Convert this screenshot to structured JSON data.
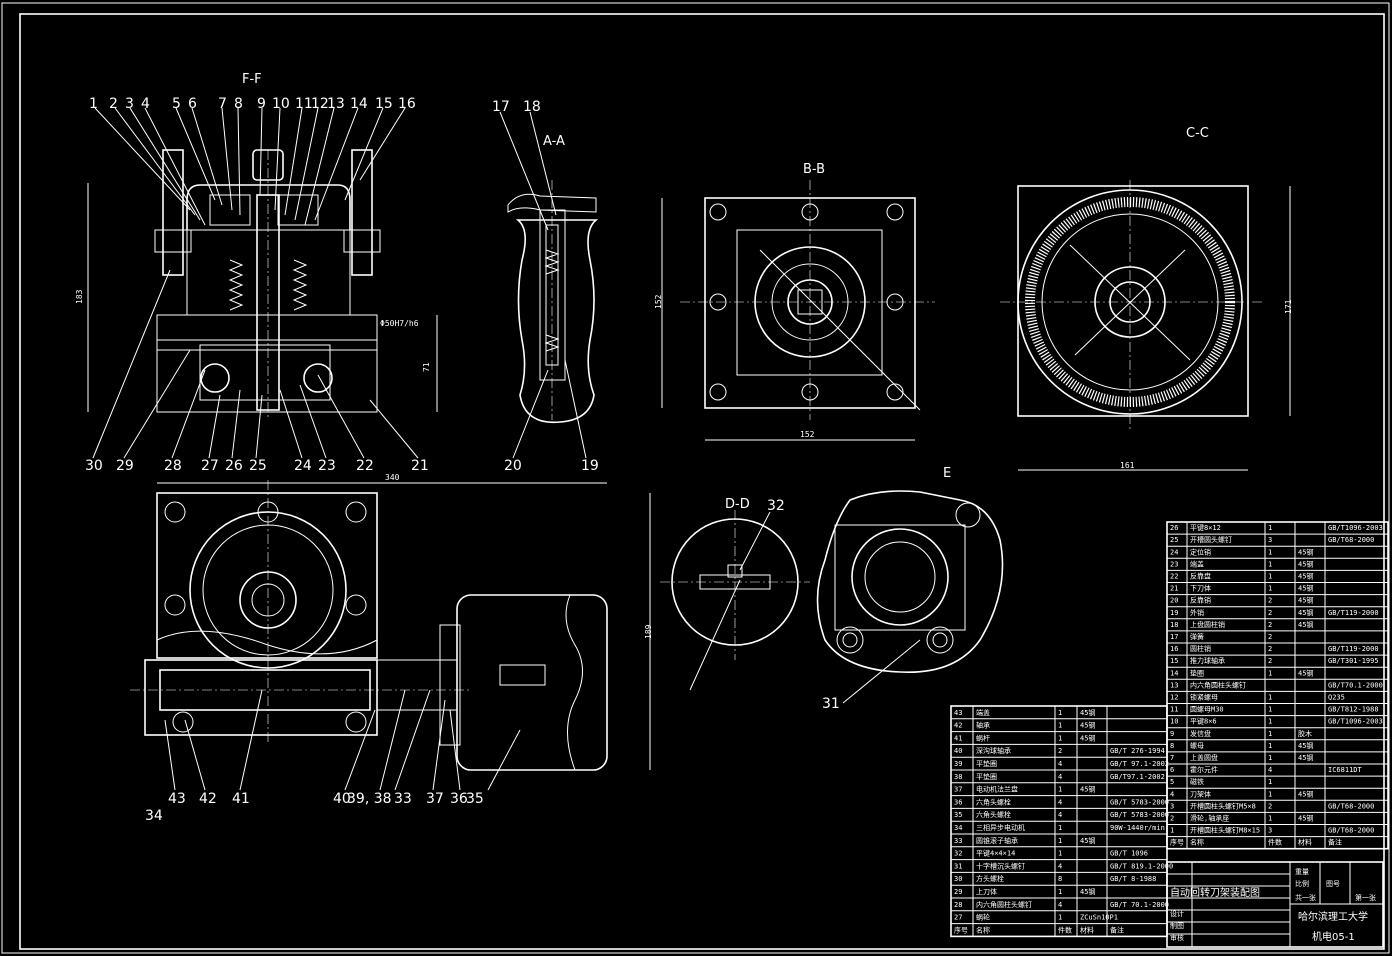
{
  "section_titles": {
    "ff": "F-F",
    "aa": "A-A",
    "bb": "B-B",
    "cc": "C-C",
    "dd": "D-D",
    "e": "E"
  },
  "part_numbers_top": [
    "1",
    "2",
    "3",
    "4",
    "5",
    "6",
    "7",
    "8",
    "9",
    "10",
    "11",
    "12",
    "13",
    "14",
    "15",
    "16"
  ],
  "part_numbers_ff_bottom": [
    "30",
    "29",
    "28",
    "27",
    "26",
    "25",
    "24",
    "23",
    "22",
    "21"
  ],
  "part_numbers_aa": {
    "top": [
      "17",
      "18"
    ],
    "bottom": [
      "20",
      "19"
    ]
  },
  "part_numbers_bottom_view": [
    "43",
    "42",
    "41",
    "40",
    "39, 38",
    "33",
    "37",
    "36",
    "35",
    "34"
  ],
  "part_numbers_other": {
    "dd": "32",
    "e": "31"
  },
  "dimensions": {
    "ff_height": "183",
    "ff_fit": "Φ50H7/h6",
    "ff_lower": "71",
    "bb_width": "152",
    "bb_height": "152",
    "cc_width": "161",
    "cc_height": "171",
    "bottom_width": "340",
    "bottom_height": "189"
  },
  "bom_right": [
    {
      "no": "26",
      "name": "平键8×12",
      "qty": "1",
      "mat": "",
      "std": "GB/T1096-2003"
    },
    {
      "no": "25",
      "name": "开槽圆头螺钉",
      "qty": "3",
      "mat": "",
      "std": "GB/T68-2000"
    },
    {
      "no": "24",
      "name": "定位销",
      "qty": "1",
      "mat": "45钢",
      "std": ""
    },
    {
      "no": "23",
      "name": "端盖",
      "qty": "1",
      "mat": "45钢",
      "std": ""
    },
    {
      "no": "22",
      "name": "反靠盘",
      "qty": "1",
      "mat": "45钢",
      "std": ""
    },
    {
      "no": "21",
      "name": "下刀体",
      "qty": "1",
      "mat": "45钢",
      "std": ""
    },
    {
      "no": "20",
      "name": "反靠销",
      "qty": "2",
      "mat": "45钢",
      "std": ""
    },
    {
      "no": "19",
      "name": "外销",
      "qty": "2",
      "mat": "45钢",
      "std": "GB/T119-2000"
    },
    {
      "no": "18",
      "name": "上盘圆柱销",
      "qty": "2",
      "mat": "45钢",
      "std": ""
    },
    {
      "no": "17",
      "name": "弹簧",
      "qty": "2",
      "mat": "",
      "std": ""
    },
    {
      "no": "16",
      "name": "圆柱销",
      "qty": "2",
      "mat": "",
      "std": "GB/T119-2000"
    },
    {
      "no": "15",
      "name": "推力球轴承",
      "qty": "2",
      "mat": "",
      "std": "GB/T301-1995"
    },
    {
      "no": "14",
      "name": "垫圈",
      "qty": "1",
      "mat": "45钢",
      "std": ""
    },
    {
      "no": "13",
      "name": "内六角圆柱头螺钉",
      "qty": "",
      "mat": "",
      "std": "GB/T70.1-2000"
    },
    {
      "no": "12",
      "name": "锁紧螺母",
      "qty": "1",
      "mat": "",
      "std": "Q235"
    },
    {
      "no": "11",
      "name": "圆螺母M30",
      "qty": "1",
      "mat": "",
      "std": "GB/T812-1988"
    },
    {
      "no": "10",
      "name": "平键8×6",
      "qty": "1",
      "mat": "",
      "std": "GB/T1096-2003"
    },
    {
      "no": "9",
      "name": "发信盘",
      "qty": "1",
      "mat": "胶木",
      "std": ""
    },
    {
      "no": "8",
      "name": "螺母",
      "qty": "1",
      "mat": "45钢",
      "std": ""
    },
    {
      "no": "7",
      "name": "上盖圆盘",
      "qty": "1",
      "mat": "45钢",
      "std": ""
    },
    {
      "no": "6",
      "name": "霍尔元件",
      "qty": "4",
      "mat": "",
      "std": "IC6811DT"
    },
    {
      "no": "5",
      "name": "磁铁",
      "qty": "1",
      "mat": "",
      "std": ""
    },
    {
      "no": "4",
      "name": "刀架体",
      "qty": "1",
      "mat": "45钢",
      "std": ""
    },
    {
      "no": "3",
      "name": "开槽圆柱头螺钉M5×8",
      "qty": "2",
      "mat": "",
      "std": "GB/T68-2000"
    },
    {
      "no": "2",
      "name": "滑轮,轴承座",
      "qty": "1",
      "mat": "45钢",
      "std": ""
    },
    {
      "no": "1",
      "name": "开槽圆柱头螺钉M8×15",
      "qty": "3",
      "mat": "",
      "std": "GB/T68-2000"
    }
  ],
  "bom_right_header": {
    "no": "序号",
    "name": "名称",
    "qty": "件数",
    "mat": "材料",
    "std": "备注"
  },
  "bom_left": [
    {
      "no": "43",
      "name": "端盖",
      "qty": "1",
      "mat": "45钢",
      "std": ""
    },
    {
      "no": "42",
      "name": "轴承",
      "qty": "1",
      "mat": "45钢",
      "std": ""
    },
    {
      "no": "41",
      "name": "蜗杆",
      "qty": "1",
      "mat": "45钢",
      "std": ""
    },
    {
      "no": "40",
      "name": "深沟球轴承",
      "qty": "2",
      "mat": "",
      "std": "GB/T 276-1994"
    },
    {
      "no": "39",
      "name": "平垫圈",
      "qty": "4",
      "mat": "",
      "std": "GB/T 97.1-2002"
    },
    {
      "no": "38",
      "name": "平垫圈",
      "qty": "4",
      "mat": "",
      "std": "GB/T97.1-2002"
    },
    {
      "no": "37",
      "name": "电动机法兰盘",
      "qty": "1",
      "mat": "45钢",
      "std": ""
    },
    {
      "no": "36",
      "name": "六角头螺栓",
      "qty": "4",
      "mat": "",
      "std": "GB/T 5783-2000"
    },
    {
      "no": "35",
      "name": "六角头螺栓",
      "qty": "4",
      "mat": "",
      "std": "GB/T 5783-2000"
    },
    {
      "no": "34",
      "name": "三相异步电动机",
      "qty": "1",
      "mat": "",
      "std": "90W-1440r/min"
    },
    {
      "no": "33",
      "name": "圆锥滚子轴承",
      "qty": "1",
      "mat": "45钢",
      "std": ""
    },
    {
      "no": "32",
      "name": "平键4×4×14",
      "qty": "1",
      "mat": "",
      "std": "GB/T 1096"
    },
    {
      "no": "31",
      "name": "十字槽沉头螺钉",
      "qty": "4",
      "mat": "",
      "std": "GB/T 819.1-2000"
    },
    {
      "no": "30",
      "name": "方头螺栓",
      "qty": "8",
      "mat": "",
      "std": "GB/T 8-1988"
    },
    {
      "no": "29",
      "name": "上刀体",
      "qty": "1",
      "mat": "45钢",
      "std": ""
    },
    {
      "no": "28",
      "name": "内六角圆柱头螺钉",
      "qty": "4",
      "mat": "",
      "std": "GB/T 70.1-2000"
    },
    {
      "no": "27",
      "name": "蜗轮",
      "qty": "1",
      "mat": "ZCuSn10P1",
      "std": ""
    }
  ],
  "bom_left_header": {
    "no": "序号",
    "name": "名称",
    "qty": "件数",
    "mat": "材料",
    "std": "备注"
  },
  "title_block": {
    "drawing_title": "自动回转刀架装配图",
    "scale_label": "比例",
    "sheet_total": "共一张",
    "sheet_no": "第一张",
    "design": "设计",
    "draw": "制图",
    "check": "审核",
    "weight": "重量",
    "pieces": "件数",
    "material": "材料",
    "remarks": "备注",
    "drawing_no": "图号",
    "school": "哈尔滨理工大学",
    "class": "机电05-1"
  }
}
